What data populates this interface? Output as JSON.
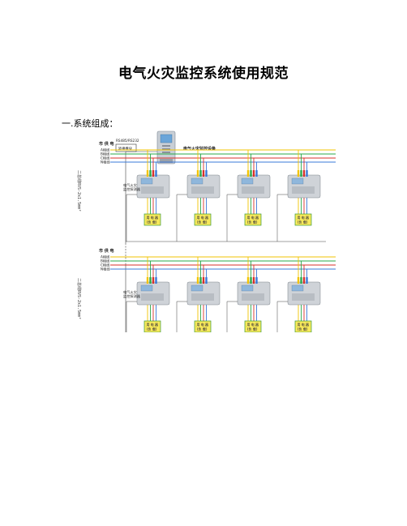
{
  "document": {
    "title": "电气火灾监控系统使用规范",
    "section_heading": "一.系统组成："
  },
  "diagram": {
    "system_label": "电气火灾监控设备",
    "converter_top": "RS485/RS232",
    "converter_label": "转换模块",
    "supply_label": "市 供 电",
    "phases": [
      "A相线",
      "B相线",
      "C相线",
      "N相线"
    ],
    "detector_label_1": "电气火灾",
    "detector_label_2": "监控探测器",
    "load_label_1": "用 电 器",
    "load_label_2": "(负 载)",
    "bus_label_1": "二总线RVS-2x1.5mm²",
    "bus_label_2": "二总线RVS-2x1.5mm²",
    "colors": {
      "phase_a": "#f2c300",
      "phase_b": "#2aa84a",
      "phase_c": "#d8322a",
      "phase_n": "#3a78d8",
      "load_fill": "#f6e85a",
      "load_border": "#3a9a3a"
    }
  }
}
